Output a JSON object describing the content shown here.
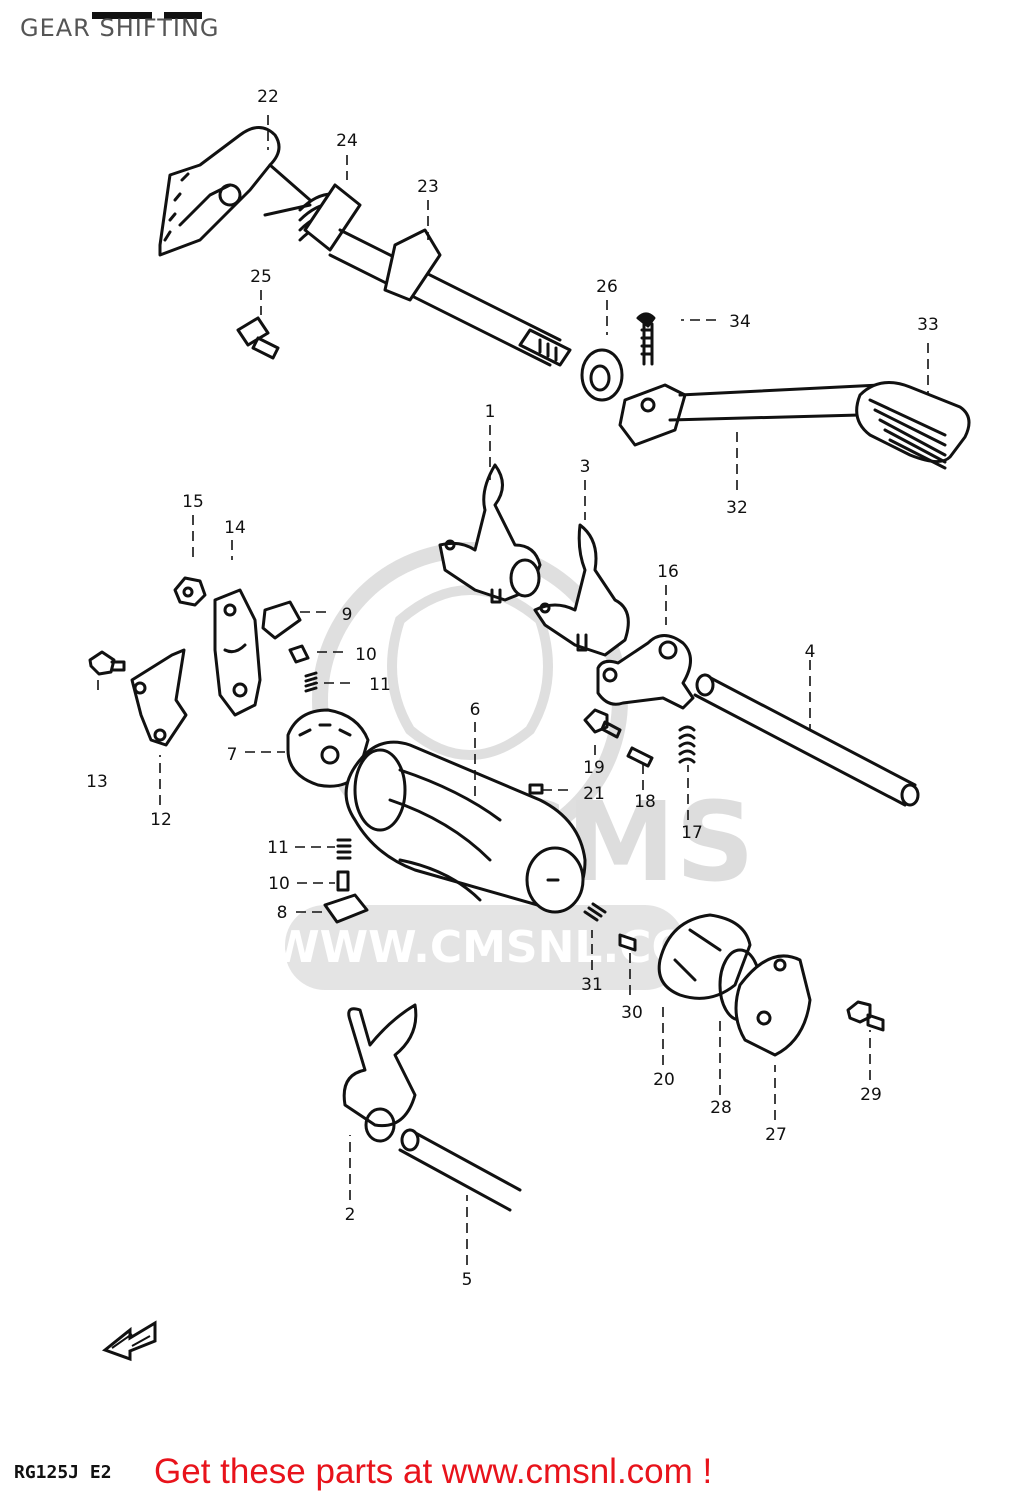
{
  "title": "GEAR SHIFTING",
  "model_code": "RG125J E2",
  "cta": "Get these parts at www.cmsnl.com !",
  "watermark": {
    "text": "WWW.CMSNL.CO",
    "logo_text": "CMS",
    "color": "#d9d9d9"
  },
  "colors": {
    "line": "#111111",
    "cta": "#e8131b"
  },
  "callouts": [
    {
      "n": "22"
    },
    {
      "n": "24"
    },
    {
      "n": "23"
    },
    {
      "n": "25"
    },
    {
      "n": "26"
    },
    {
      "n": "34"
    },
    {
      "n": "33"
    },
    {
      "n": "1"
    },
    {
      "n": "3"
    },
    {
      "n": "32"
    },
    {
      "n": "15"
    },
    {
      "n": "14"
    },
    {
      "n": "9"
    },
    {
      "n": "10"
    },
    {
      "n": "11"
    },
    {
      "n": "16"
    },
    {
      "n": "4"
    },
    {
      "n": "6"
    },
    {
      "n": "7"
    },
    {
      "n": "13"
    },
    {
      "n": "12"
    },
    {
      "n": "19"
    },
    {
      "n": "21"
    },
    {
      "n": "18"
    },
    {
      "n": "17"
    },
    {
      "n": "11"
    },
    {
      "n": "10"
    },
    {
      "n": "8"
    },
    {
      "n": "31"
    },
    {
      "n": "30"
    },
    {
      "n": "20"
    },
    {
      "n": "28"
    },
    {
      "n": "27"
    },
    {
      "n": "29"
    },
    {
      "n": "2"
    },
    {
      "n": "5"
    }
  ],
  "icons": [
    "front-direction-arrow-icon"
  ]
}
